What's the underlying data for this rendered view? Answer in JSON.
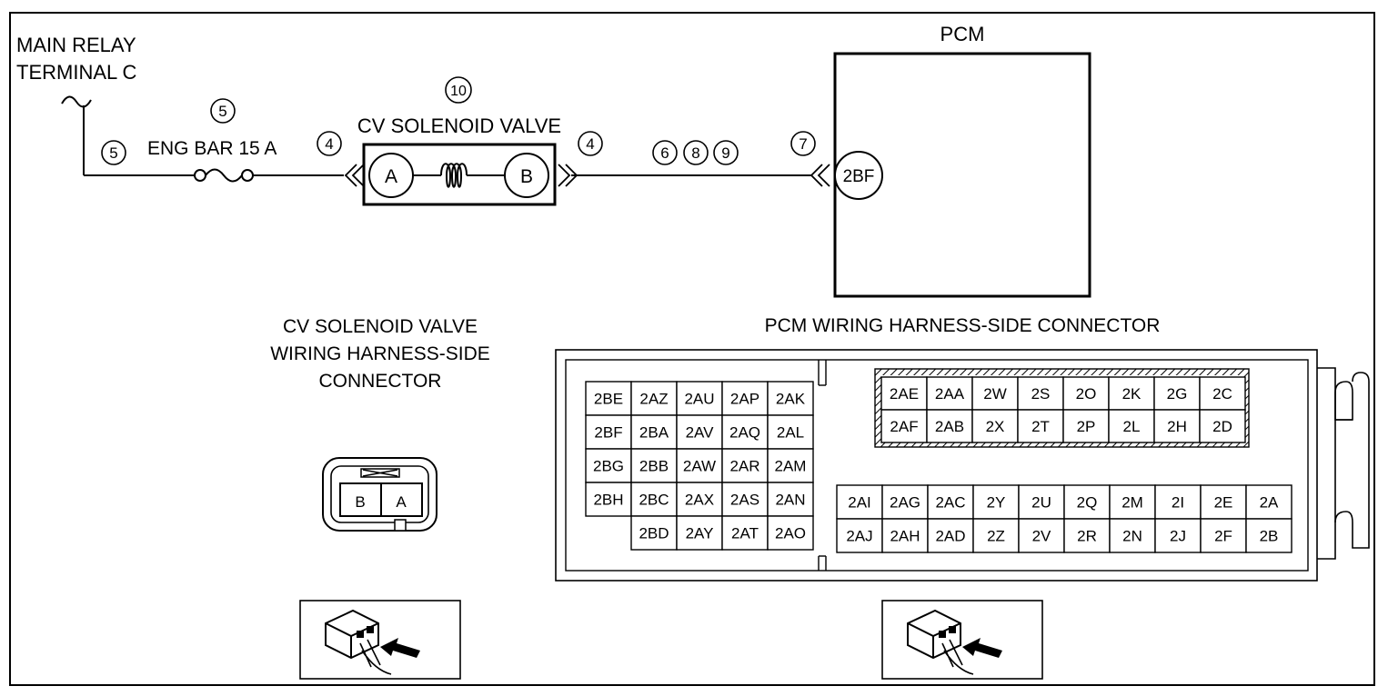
{
  "labels": {
    "main_relay_line1": "MAIN RELAY",
    "main_relay_line2": "TERMINAL C",
    "fuse_label": "ENG BAR 15 A",
    "cv_valve_title": "CV SOLENOID VALVE",
    "pcm_title": "PCM",
    "cv_connector_line1": "CV SOLENOID VALVE",
    "cv_connector_line2": "WIRING HARNESS-SIDE",
    "cv_connector_line3": "CONNECTOR",
    "pcm_connector_title": "PCM WIRING HARNESS-SIDE CONNECTOR"
  },
  "markers": {
    "m5_upper": "5",
    "m5_left": "5",
    "m4_left": "4",
    "m10": "10",
    "m4_right": "4",
    "m6": "6",
    "m8": "8",
    "m9": "9",
    "m7": "7"
  },
  "terminals": {
    "valve_a": "A",
    "valve_b": "B",
    "pcm_pin": "2BF"
  },
  "cv_connector_pins": [
    "B",
    "A"
  ],
  "pcm_left_block": [
    [
      "2BE",
      "2AZ",
      "2AU",
      "2AP",
      "2AK"
    ],
    [
      "2BF",
      "2BA",
      "2AV",
      "2AQ",
      "2AL"
    ],
    [
      "2BG",
      "2BB",
      "2AW",
      "2AR",
      "2AM"
    ],
    [
      "2BH",
      "2BC",
      "2AX",
      "2AS",
      "2AN"
    ],
    [
      "",
      "2BD",
      "2AY",
      "2AT",
      "2AO"
    ]
  ],
  "pcm_top_right_block": [
    [
      "2AE",
      "2AA",
      "2W",
      "2S",
      "2O",
      "2K",
      "2G",
      "2C"
    ],
    [
      "2AF",
      "2AB",
      "2X",
      "2T",
      "2P",
      "2L",
      "2H",
      "2D"
    ]
  ],
  "pcm_bottom_right_block": [
    [
      "2AI",
      "2AG",
      "2AC",
      "2Y",
      "2U",
      "2Q",
      "2M",
      "2I",
      "2E",
      "2A"
    ],
    [
      "2AJ",
      "2AH",
      "2AD",
      "2Z",
      "2V",
      "2R",
      "2N",
      "2J",
      "2F",
      "2B"
    ]
  ]
}
